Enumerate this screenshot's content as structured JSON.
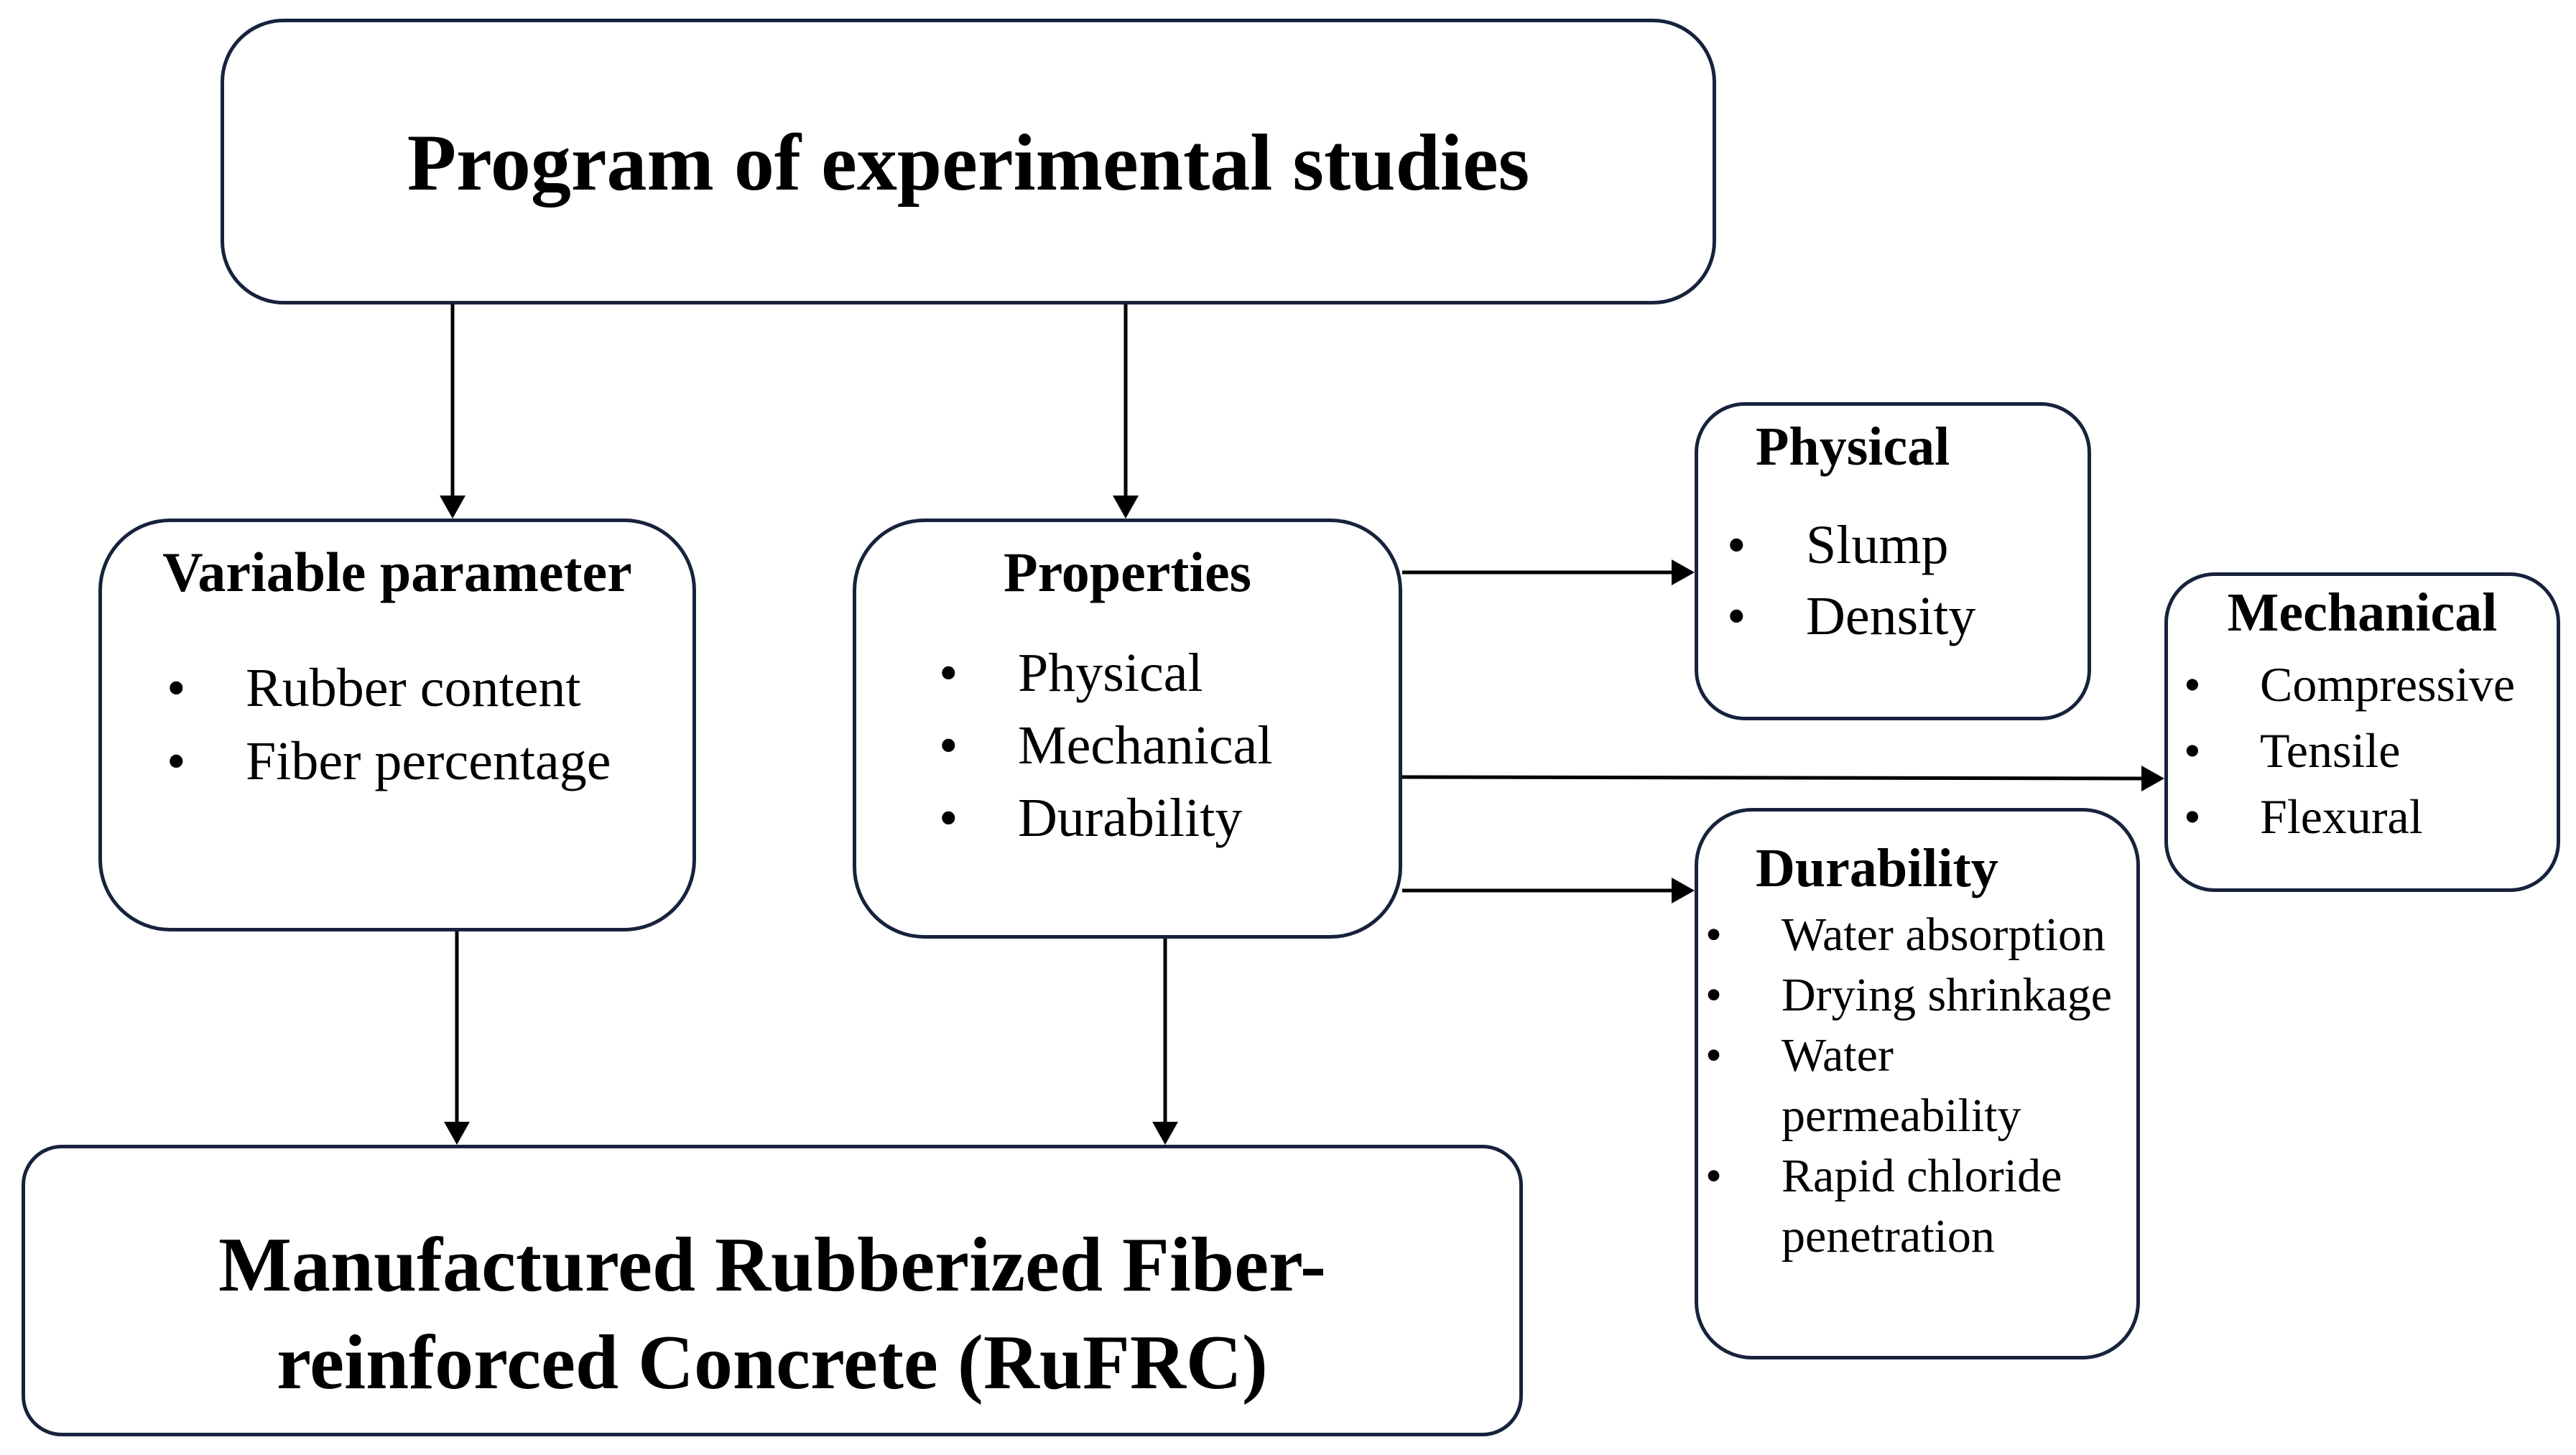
{
  "program": {
    "title": "Program of experimental studies"
  },
  "variable": {
    "title": "Variable parameter",
    "items": [
      "Rubber content",
      "Fiber percentage"
    ]
  },
  "properties": {
    "title": "Properties",
    "items": [
      "Physical",
      "Mechanical",
      "Durability"
    ]
  },
  "physical": {
    "title": "Physical",
    "items": [
      "Slump",
      "Density"
    ]
  },
  "mechanical": {
    "title": "Mechanical",
    "items": [
      "Compressive",
      "Tensile",
      "Flexural"
    ]
  },
  "durability": {
    "title": "Durability",
    "items": [
      {
        "line1": "Water absorption",
        "line2": ""
      },
      {
        "line1": "Drying shrinkage",
        "line2": ""
      },
      {
        "line1": "Water",
        "line2": "permeability"
      },
      {
        "line1": "Rapid chloride",
        "line2": "penetration"
      }
    ]
  },
  "output": {
    "line1": "Manufactured Rubberized Fiber-",
    "line2": "reinforced Concrete (RuFRC)"
  },
  "colors": {
    "border": "#17233d",
    "arrow": "#000000",
    "background": "#ffffff"
  }
}
